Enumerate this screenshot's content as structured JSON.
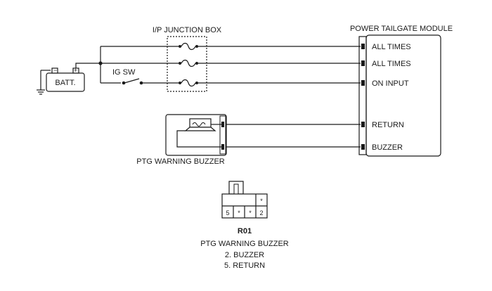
{
  "title_module": "POWER TAILGATE MODULE",
  "junction_box": "I/P JUNCTION BOX",
  "battery": "BATT.",
  "ignition_switch": "IG SW",
  "module_pins": {
    "pin1": "ALL TIMES",
    "pin2": "ALL TIMES",
    "pin3": "ON INPUT",
    "pin4": "RETURN",
    "pin5": "BUZZER"
  },
  "buzzer_label": "PTG WARNING BUZZER",
  "connector": {
    "id": "R01",
    "name": "PTG WARNING BUZZER",
    "cells_top": [
      "*"
    ],
    "cells_bottom": [
      "5",
      "*",
      "*",
      "2"
    ],
    "pins": [
      "2. BUZZER",
      "5. RETURN"
    ]
  }
}
